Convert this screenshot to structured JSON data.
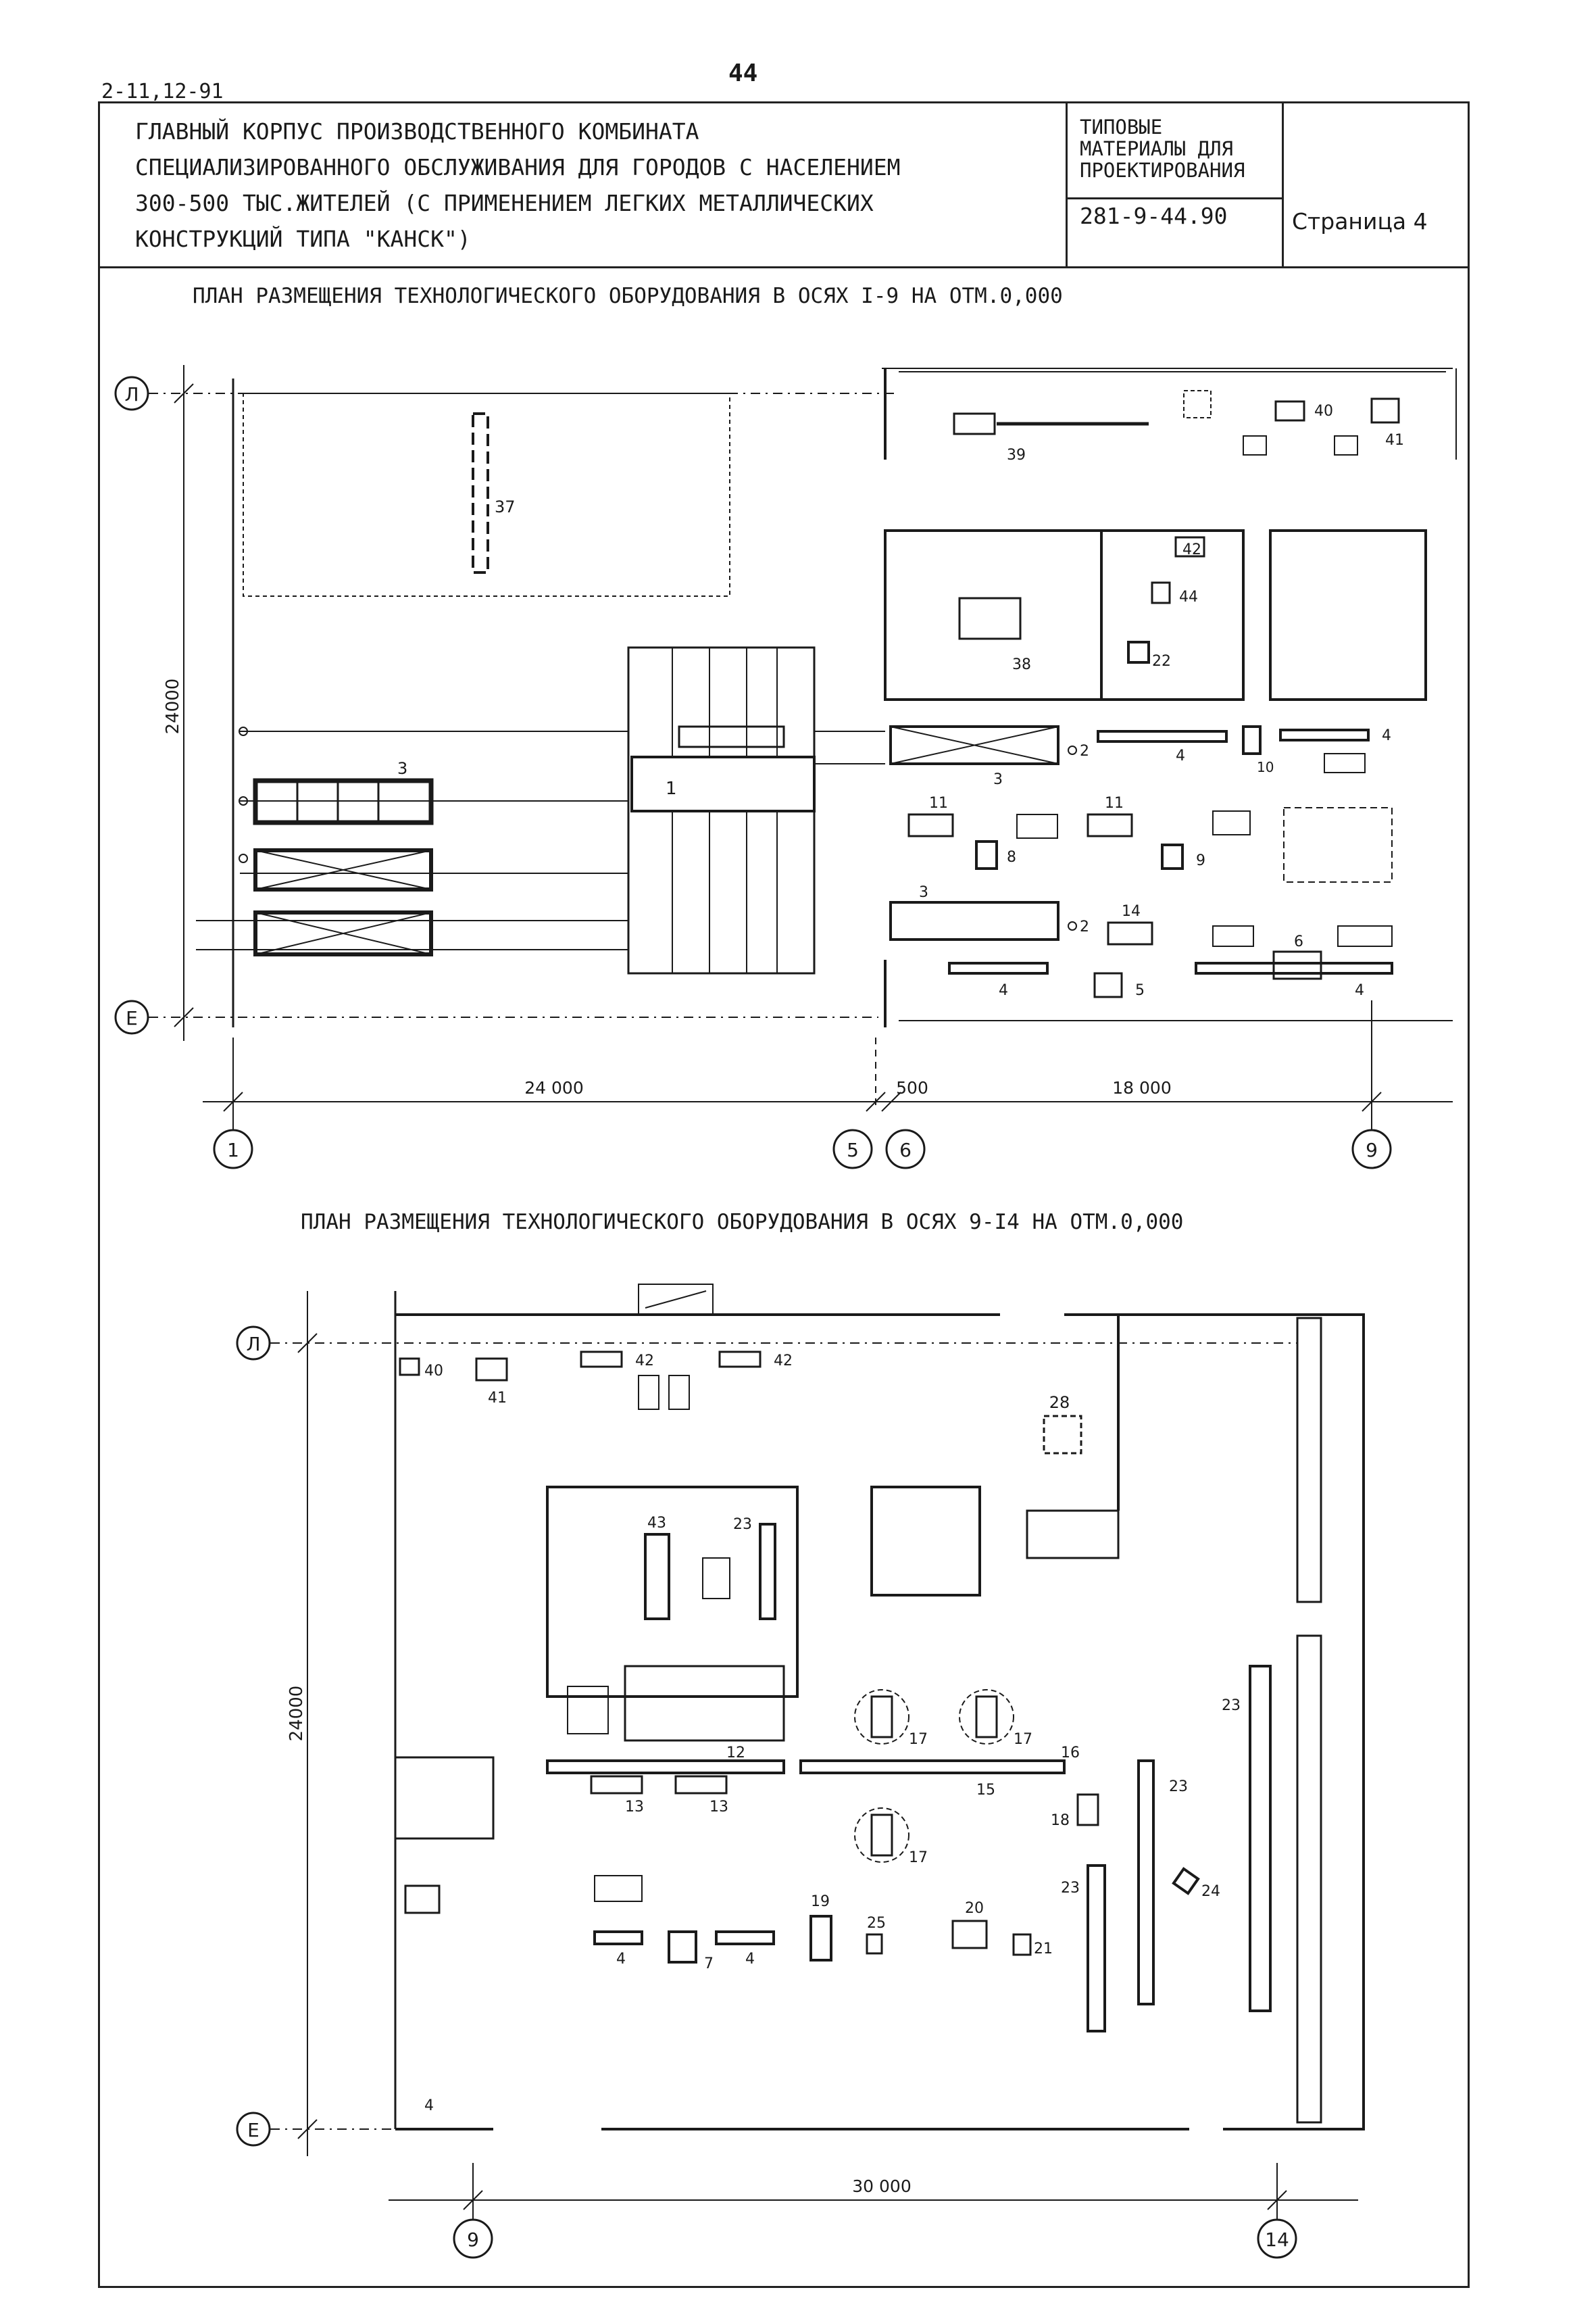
{
  "document": {
    "series": "2-11,12-91",
    "page_number": "44"
  },
  "header": {
    "title_lines": [
      "ГЛАВНЫЙ КОРПУС ПРОИЗВОДСТВЕННОГО КОМБИНАТА",
      "СПЕЦИАЛИЗИРОВАННОГО ОБСЛУЖИВАНИЯ ДЛЯ ГОРОДОВ С НАСЕЛЕНИЕМ",
      "300-500 ТЫС.ЖИТЕЛЕЙ (С ПРИМЕНЕНИЕМ ЛЕГКИХ МЕТАЛЛИЧЕСКИХ",
      "КОНСТРУКЦИЙ ТИПА \"КАНСК\")"
    ],
    "typical_lines": [
      "ТИПОВЫЕ",
      "МАТЕРИАЛЫ ДЛЯ",
      "ПРОЕКТИРОВАНИЯ"
    ],
    "code": "281-9-44.90",
    "page_label": "Страница 4"
  },
  "plan1": {
    "title": "ПЛАН РАЗМЕЩЕНИЯ ТЕХНОЛОГИЧЕСКОГО ОБОРУДОВАНИЯ В ОСЯХ I-9 НА ОТМ.0,000",
    "axis_labels": {
      "top": "Л",
      "bottom": "Е",
      "a1": "1",
      "a5": "5",
      "a6": "6",
      "a9": "9"
    },
    "dims": {
      "height": "24000",
      "d1": "24 000",
      "d2": "500",
      "d3": "18 000"
    },
    "labels": {
      "n37": "37",
      "n39": "39",
      "n40": "40",
      "n41": "41",
      "n42": "42",
      "n44": "44",
      "n38": "38",
      "n22": "22",
      "n3a": "3",
      "n1": "1",
      "n3b": "3",
      "n2a": "2",
      "n4a": "4",
      "n10": "10",
      "n4b": "4",
      "n11a": "11",
      "n8": "8",
      "n11b": "11",
      "n9": "9",
      "n14": "14",
      "n3c": "3",
      "n2b": "2",
      "n6": "6",
      "n4c": "4",
      "n5": "5",
      "n4d": "4"
    }
  },
  "plan2": {
    "title": "ПЛАН РАЗМЕЩЕНИЯ ТЕХНОЛОГИЧЕСКОГО ОБОРУДОВАНИЯ В ОСЯХ 9-I4 НА ОТМ.0,000",
    "axis_labels": {
      "top": "Л",
      "bottom": "Е",
      "a9": "9",
      "a14": "14"
    },
    "dims": {
      "height": "24000",
      "width": "30 000"
    },
    "labels": {
      "n40": "40",
      "n41": "41",
      "n42a": "42",
      "n42b": "42",
      "n28": "28",
      "n43": "43",
      "n23a": "23",
      "n12": "12",
      "n13a": "13",
      "n13b": "13",
      "n17a": "17",
      "n17b": "17",
      "n17c": "17",
      "n16": "16",
      "n15": "15",
      "n18": "18",
      "n23b": "23",
      "n23c": "23",
      "n23d": "23",
      "n24": "24",
      "n19": "19",
      "n25": "25",
      "n20": "20",
      "n21": "21",
      "n4a": "4",
      "n7": "7",
      "n4b": "4",
      "n4c": "4"
    }
  }
}
